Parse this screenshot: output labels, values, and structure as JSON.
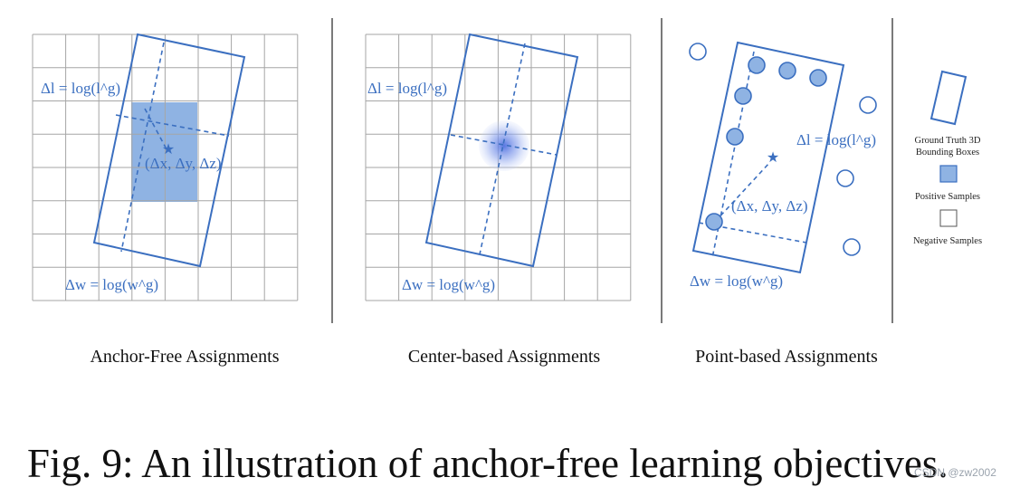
{
  "colors": {
    "box_stroke": "#3b6fc0",
    "positive_fill": "#8fb3e3",
    "grid": "#a6a6a6",
    "center_glow": "#6f8ee8"
  },
  "panel1": {
    "title": "Anchor-Free Assignments",
    "length_label": "Δl = log(l^g)",
    "width_label": "Δw = log(w^g)",
    "offset_label": "(Δx, Δy, Δz)"
  },
  "panel2": {
    "title": "Center-based Assignments",
    "length_label": "Δl = log(l^g)",
    "width_label": "Δw = log(w^g)"
  },
  "panel3": {
    "title": "Point-based Assignments",
    "length_label": "Δl = log(l^g)",
    "width_label": "Δw = log(w^g)",
    "offset_label": "(Δx, Δy, Δz)"
  },
  "legend": {
    "gt_line1": "Ground Truth 3D",
    "gt_line2": "Bounding Boxes",
    "positive": "Positive Samples",
    "negative": "Negative Samples"
  },
  "caption": "Fig. 9: An illustration of anchor-free learning objectives.",
  "watermark": "CSDN @zw2002"
}
